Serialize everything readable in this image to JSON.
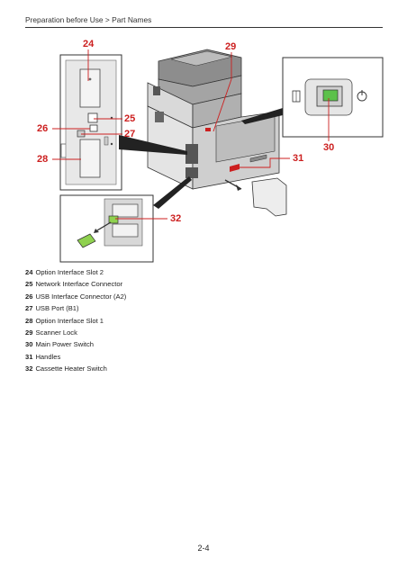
{
  "breadcrumb": "Preparation before Use > Part Names",
  "callouts": {
    "c24": "24",
    "c25": "25",
    "c26": "26",
    "c27": "27",
    "c28": "28",
    "c29": "29",
    "c30": "30",
    "c31": "31",
    "c32": "32"
  },
  "parts": [
    {
      "number": "24",
      "label": "Option Interface Slot 2"
    },
    {
      "number": "25",
      "label": "Network Interface Connector"
    },
    {
      "number": "26",
      "label": "USB Interface Connector (A2)"
    },
    {
      "number": "27",
      "label": "USB Port (B1)"
    },
    {
      "number": "28",
      "label": "Option Interface Slot 1"
    },
    {
      "number": "29",
      "label": "Scanner Lock"
    },
    {
      "number": "30",
      "label": "Main Power Switch"
    },
    {
      "number": "31",
      "label": "Handles"
    },
    {
      "number": "32",
      "label": "Cassette Heater Switch"
    }
  ],
  "page_number": "2-4",
  "colors": {
    "callout": "#cc1f1f",
    "line": "#cc1f1f"
  }
}
